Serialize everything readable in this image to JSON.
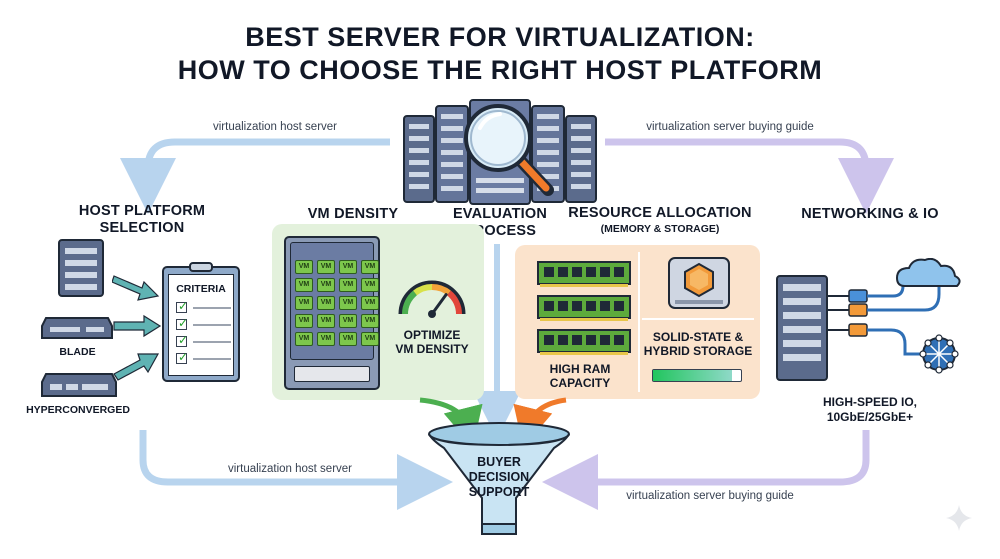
{
  "title": {
    "line1": "BEST SERVER FOR VIRTUALIZATION:",
    "line2": "HOW TO CHOOSE THE RIGHT HOST PLATFORM"
  },
  "flow_labels": {
    "top_left": "virtualization host server",
    "top_right": "virtualization server buying guide",
    "bottom_left": "virtualization host server",
    "bottom_right": "virtualization server buying guide"
  },
  "host_platform": {
    "title_line1": "HOST PLATFORM",
    "title_line2": "SELECTION",
    "criteria_label": "CRITERIA",
    "blade_label": "BLADE",
    "hyperconverged_label": "HYPERCONVERGED",
    "criteria_checks": 4
  },
  "vm_density": {
    "title": "VM DENSITY",
    "vm_label": "VM",
    "caption_line1": "OPTIMIZE",
    "caption_line2": "VM DENSITY",
    "gauge_level": 0.7
  },
  "evaluation": {
    "title_line1": "EVALUATION",
    "title_line2": "PROCESS"
  },
  "resource_allocation": {
    "title": "RESOURCE ALLOCATION",
    "subtitle": "(MEMORY & STORAGE)",
    "ram_line1": "HIGH RAM",
    "ram_line2": "CAPACITY",
    "storage_line1": "SOLID-STATE &",
    "storage_line2": "HYBRID STORAGE",
    "storage_level": 0.9
  },
  "networking": {
    "title": "NETWORKING & IO",
    "caption_line1": "HIGH-SPEED IO,",
    "caption_line2": "10GbE/25GbE+"
  },
  "funnel": {
    "line1": "BUYER",
    "line2": "DECISION",
    "line3": "SUPPORT"
  },
  "colors": {
    "arrow_blue": "#b8d4ee",
    "arrow_purple": "#cdc4ec",
    "green_panel": "#e3f1dc",
    "orange_panel": "#fbe3cc",
    "funnel": "#c9e4f3",
    "accent_orange": "#f07a2a",
    "accent_green": "#4caf50"
  }
}
